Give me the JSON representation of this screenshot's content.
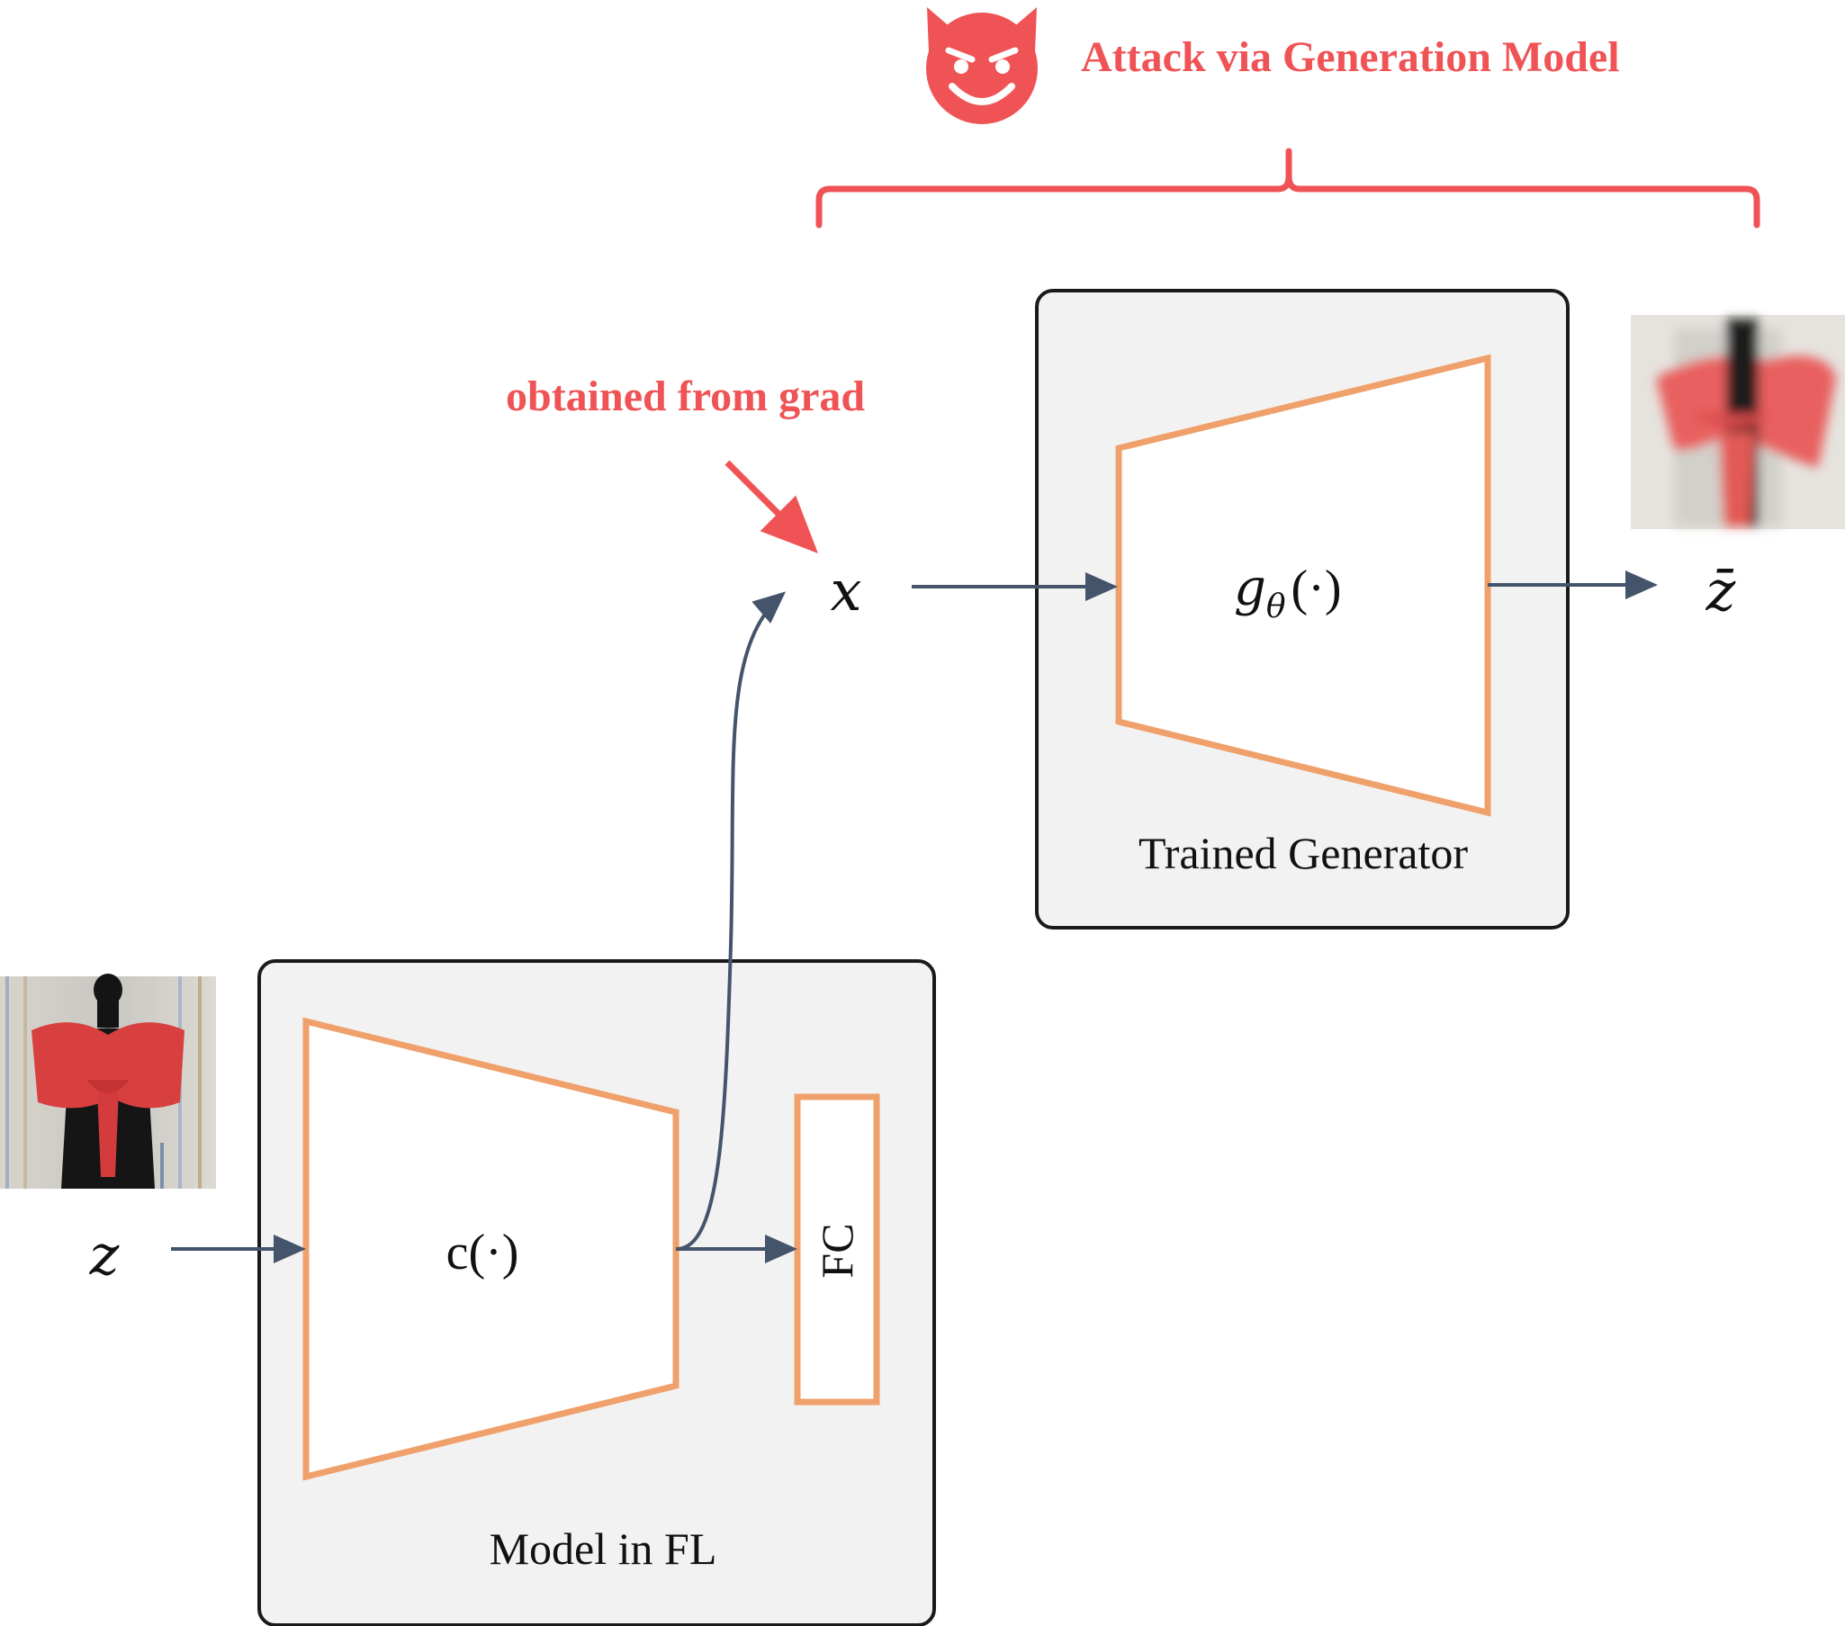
{
  "header": {
    "title": "Attack via Generation Model",
    "icon": "devil-face-icon"
  },
  "annotation": {
    "text": "obtained from grad"
  },
  "generator_box": {
    "label": "Trained Generator",
    "function": "g",
    "function_subscript": "θ",
    "function_args": "(·)"
  },
  "fl_box": {
    "label": "Model in FL",
    "function": "c(·)",
    "fc_label": "FC"
  },
  "variables": {
    "input": "z",
    "feature": "x",
    "output": "z̄"
  },
  "colors": {
    "accent_red": "#F05355",
    "orange": "#F0A06A",
    "arrow": "#44546A",
    "box_fill": "#F2F2F2",
    "box_stroke": "#1A1A1A"
  }
}
